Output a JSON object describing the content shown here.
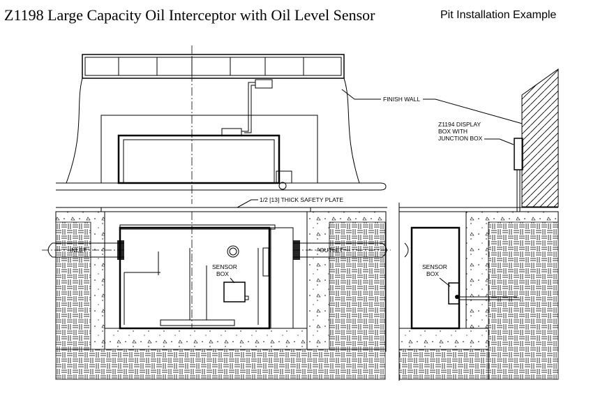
{
  "title": "Z1198 Large Capacity Oil Interceptor with Oil Level Sensor",
  "subtitle": "Pit Installation Example",
  "labels": {
    "finish_wall": "FINISH WALL",
    "display_box_line1": "Z1194 DISPLAY",
    "display_box_line2": "BOX WITH",
    "display_box_line3": "JUNCTION BOX",
    "safety_plate": "1/2 [13] THICK SAFETY PLATE",
    "inlet": "INLET",
    "outlet": "OUTLET",
    "sensor_line1": "SENSOR",
    "sensor_line2": "BOX",
    "sensor_side_line1": "SENSOR",
    "sensor_side_line2": "BOX"
  },
  "colors": {
    "line": "#000000",
    "background": "#ffffff"
  }
}
